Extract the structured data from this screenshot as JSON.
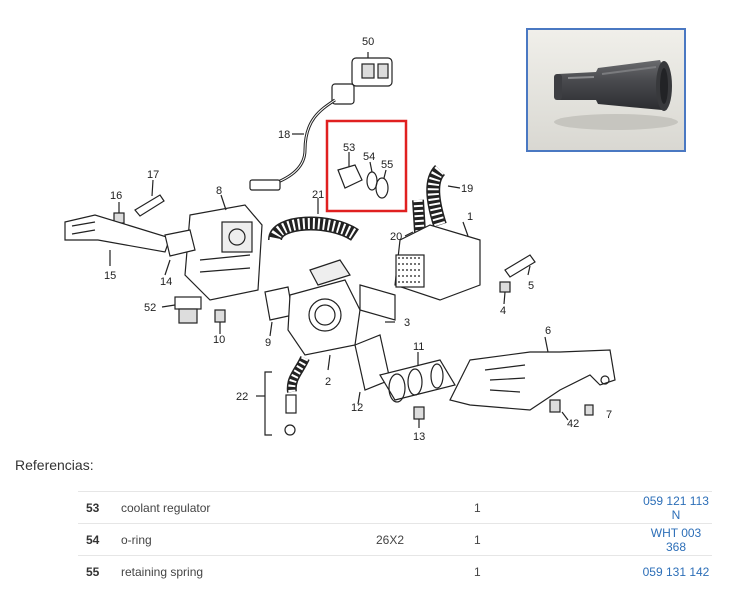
{
  "callouts": [
    "50",
    "18",
    "17",
    "16",
    "8",
    "53",
    "54",
    "55",
    "19",
    "21",
    "20",
    "1",
    "15",
    "14",
    "52",
    "10",
    "9",
    "3",
    "5",
    "4",
    "6",
    "11",
    "2",
    "22",
    "12",
    "13",
    "7",
    "42"
  ],
  "photo": {
    "description_icon": "coolant-regulator-photo"
  },
  "highlight_color": "#e02020",
  "photo_border_color": "#4a78c2",
  "references": {
    "title": "Referencias:",
    "rows": [
      {
        "num": "53",
        "desc": "coolant regulator",
        "size": "",
        "qty": "1",
        "part": "059 121 113 N"
      },
      {
        "num": "54",
        "desc": "o-ring",
        "size": "26X2",
        "qty": "1",
        "part": "WHT 003 368"
      },
      {
        "num": "55",
        "desc": "retaining spring",
        "size": "",
        "qty": "1",
        "part": "059 131 142"
      }
    ]
  }
}
